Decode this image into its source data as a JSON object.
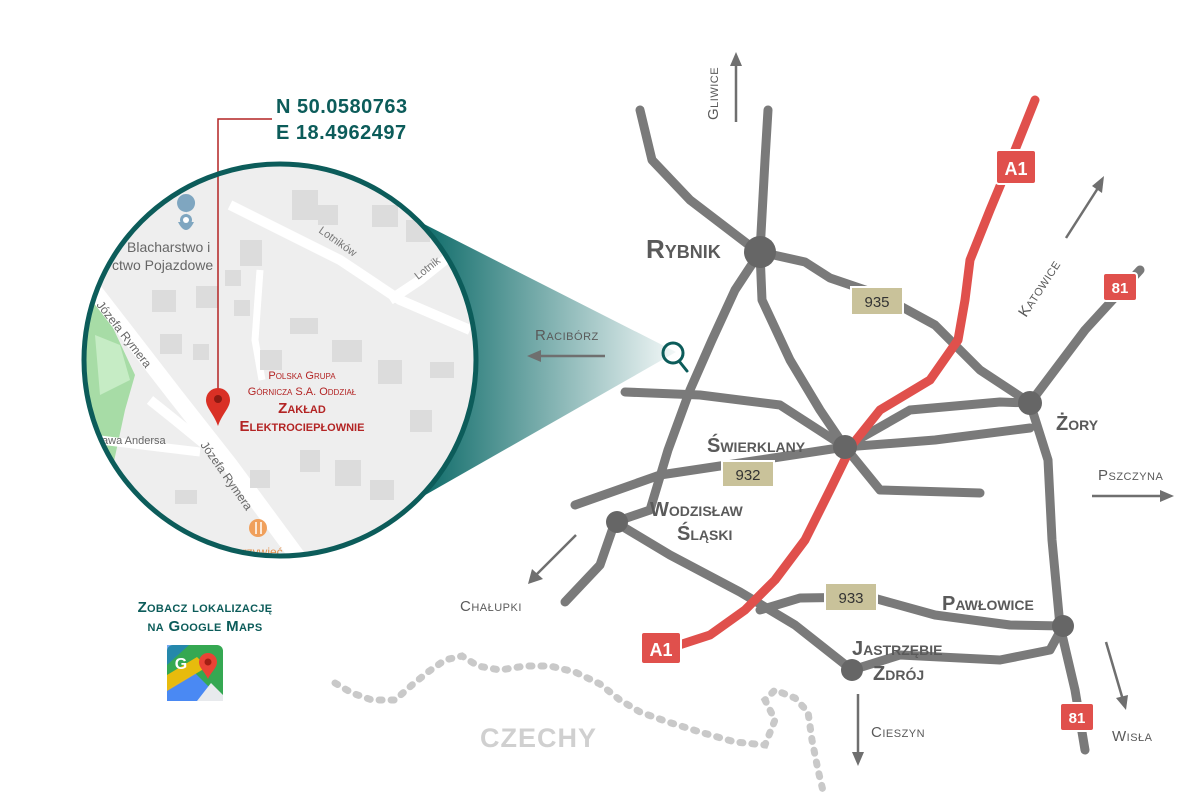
{
  "coordinates": {
    "lat": "N 50.0580763",
    "lon": "E 18.4962497"
  },
  "inset": {
    "streets": {
      "lotnikow_1": "Lotników",
      "lotnikow_2": "Lotnik",
      "rymera_1": "Józefa Rymera",
      "rymera_2": "Józefa Rymera",
      "andersa": "lrsława Andersa",
      "poi_partial": "arzywieć"
    },
    "poi_blacharstwo": {
      "line1": "Blacharstwo i",
      "line2": "ctwo Pojazdowe"
    },
    "plant": {
      "line1": "Polska Grupa",
      "line2": "Górnicza S.A. Oddział",
      "line3": "Zakład",
      "line4": "Elektrociepłownie"
    }
  },
  "cities": {
    "rybnik": "Rybnik",
    "swierklany": "Świerklany",
    "wodzislaw_1": "Wodzisław",
    "wodzislaw_2": "Śląski",
    "zory": "Żory",
    "pawlowice": "Pawłowice",
    "jastrzebie_1": "Jastrzębie",
    "jastrzebie_2": "Zdrój",
    "czechy": "CZECHY"
  },
  "directions": {
    "gliwice": "Gliwice",
    "katowice": "Katowice",
    "raciborz": "Racibórz",
    "pszczyna": "Pszczyna",
    "chalupki": "Chałupki",
    "cieszyn": "Cieszyn",
    "wisla": "Wisła"
  },
  "road_shields": {
    "a1_north": "A1",
    "a1_south": "A1",
    "r81_north": "81",
    "r81_south": "81",
    "r935": "935",
    "r932": "932",
    "r933": "933"
  },
  "google_maps": {
    "line1": "Zobacz lokalizację",
    "line2": "na Google Maps",
    "icon": "google-maps-icon"
  },
  "colors": {
    "teal": "#0c5c5a",
    "motorway": "#e0504c",
    "road": "#7a7a7a",
    "shield_tan": "#c9c29a",
    "marker": "#d93025"
  }
}
